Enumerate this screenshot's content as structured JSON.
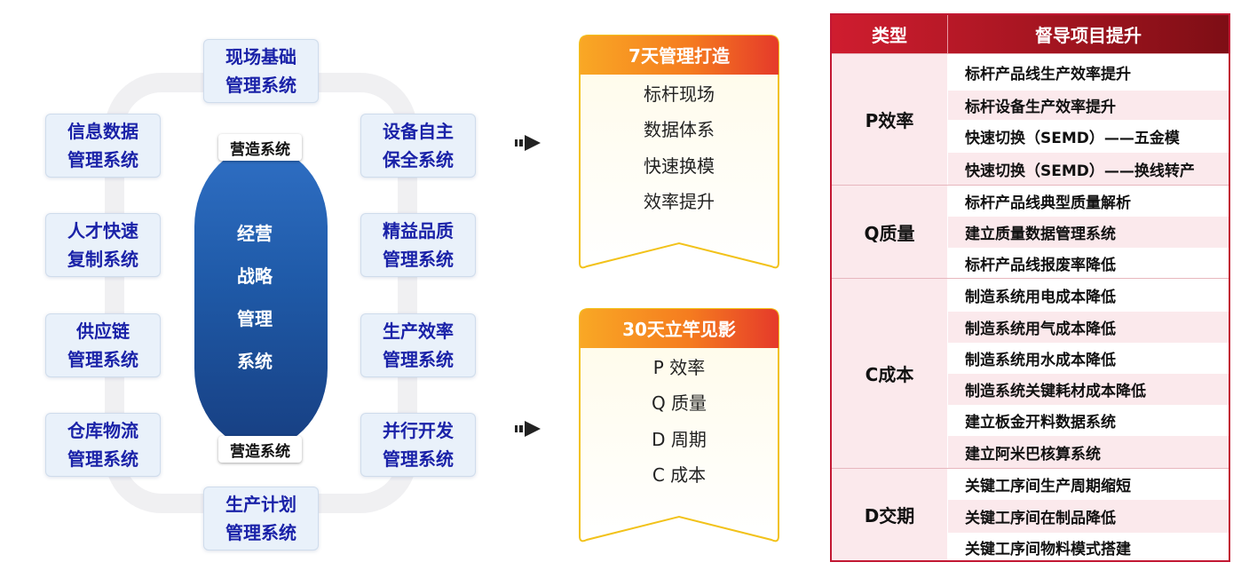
{
  "diagram": {
    "center": {
      "lines": [
        "经营",
        "战略",
        "管理",
        "系统"
      ]
    },
    "tags": {
      "top": "营造系统",
      "bottom": "营造系统"
    },
    "systems": {
      "top": [
        "现场基础",
        "管理系统"
      ],
      "bottom": [
        "生产计划",
        "管理系统"
      ],
      "left": [
        [
          "信息数据",
          "管理系统"
        ],
        [
          "人才快速",
          "复制系统"
        ],
        [
          "供应链",
          "管理系统"
        ],
        [
          "仓库物流",
          "管理系统"
        ]
      ],
      "right": [
        [
          "设备自主",
          "保全系统"
        ],
        [
          "精益品质",
          "管理系统"
        ],
        [
          "生产效率",
          "管理系统"
        ],
        [
          "并行开发",
          "管理系统"
        ]
      ]
    }
  },
  "banners": [
    {
      "title": "7天管理打造",
      "items": [
        "标杆现场",
        "数据体系",
        "快速换模",
        "效率提升"
      ]
    },
    {
      "title": "30天立竿见影",
      "items": [
        "P 效率",
        "Q 质量",
        "D 周期",
        "C 成本"
      ]
    }
  ],
  "table": {
    "headers": {
      "type": "类型",
      "items": "督导项目提升"
    },
    "groups": [
      {
        "type": "P效率",
        "items": [
          "标杆产品线生产效率提升",
          "标杆设备生产效率提升",
          "快速切换（SEMD）——五金模",
          "快速切换（SEMD）——换线转产"
        ]
      },
      {
        "type": "Q质量",
        "items": [
          "标杆产品线典型质量解析",
          "建立质量数据管理系统",
          "标杆产品线报废率降低"
        ]
      },
      {
        "type": "C成本",
        "items": [
          "制造系统用电成本降低",
          "制造系统用气成本降低",
          "制造系统用水成本降低",
          "制造系统关键耗材成本降低",
          "建立板金开料数据系统",
          "建立阿米巴核算系统"
        ]
      },
      {
        "type": "D交期",
        "items": [
          "关键工序间生产周期缩短",
          "关键工序间在制品降低",
          "关键工序间物料模式搭建"
        ]
      }
    ]
  },
  "colors": {
    "system_text": "#1a22a8",
    "system_bg": "#e9f1fa",
    "capsule": "#1f5aa8",
    "banner_orange": "#f7931e",
    "banner_red": "#e8402a",
    "banner_border": "#f2c21a",
    "table_red": "#c21833",
    "table_pink": "#fbe9ec"
  }
}
